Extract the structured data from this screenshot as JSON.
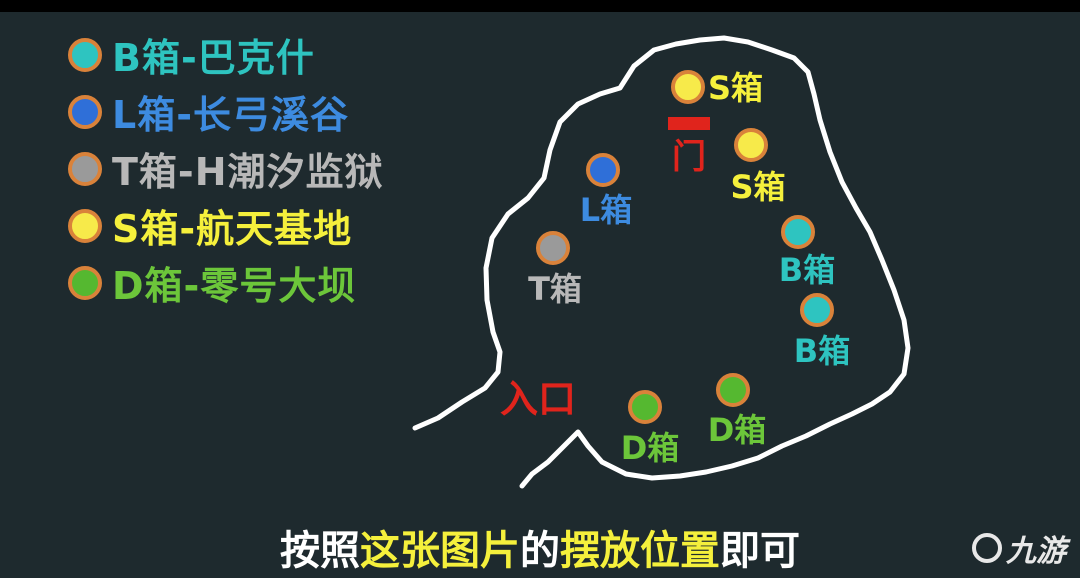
{
  "legend": [
    {
      "label": "B箱-巴克什",
      "dot_color": "#2ec4c0",
      "text_color": "#2ec4c0"
    },
    {
      "label": "L箱-长弓溪谷",
      "dot_color": "#2f6fd8",
      "text_color": "#3d8be0"
    },
    {
      "label": "T箱-H潮汐监狱",
      "dot_color": "#9a9a9a",
      "text_color": "#b8b8b8"
    },
    {
      "label": "S箱-航天基地",
      "dot_color": "#f7ea4a",
      "text_color": "#f5f03c"
    },
    {
      "label": "D箱-零号大坝",
      "dot_color": "#55b830",
      "text_color": "#6cc63a"
    }
  ],
  "map": {
    "outline_color": "#ffffff",
    "door_label": "门",
    "entrance_label": "入口",
    "markers": [
      {
        "label": "S箱",
        "type": "S"
      },
      {
        "label": "S箱",
        "type": "S"
      },
      {
        "label": "L箱",
        "type": "L"
      },
      {
        "label": "T箱",
        "type": "T"
      },
      {
        "label": "B箱",
        "type": "B"
      },
      {
        "label": "B箱",
        "type": "B"
      },
      {
        "label": "D箱",
        "type": "D"
      },
      {
        "label": "D箱",
        "type": "D"
      }
    ]
  },
  "caption": {
    "p1": "按照",
    "p2": "这张图片",
    "p3": "的",
    "p4": "摆放位置",
    "p5": "即可"
  },
  "watermark": "九游"
}
